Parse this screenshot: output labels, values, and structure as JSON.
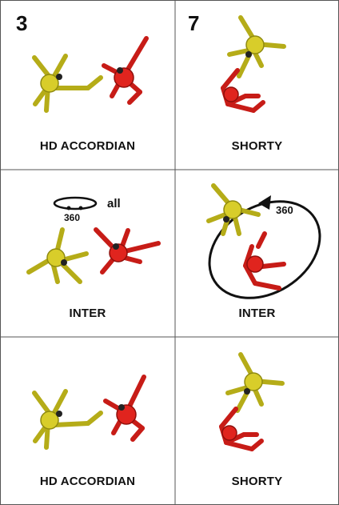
{
  "panels": [
    {
      "number": "3",
      "caption": "HD ACCORDIAN"
    },
    {
      "number": "7",
      "caption": "SHORTY"
    },
    {
      "number": "",
      "caption": "INTER",
      "legend_value": "360",
      "legend_text": "all"
    },
    {
      "number": "",
      "caption": "INTER",
      "rotation_label": "360"
    },
    {
      "number": "",
      "caption": "HD ACCORDIAN"
    },
    {
      "number": "",
      "caption": "SHORTY"
    }
  ],
  "colors": {
    "yellow_figure": "#d8cd2a",
    "yellow_dark": "#8f8a10",
    "red_figure": "#e0241e",
    "red_dark": "#8e0f0c",
    "grid_line": "#555555"
  }
}
